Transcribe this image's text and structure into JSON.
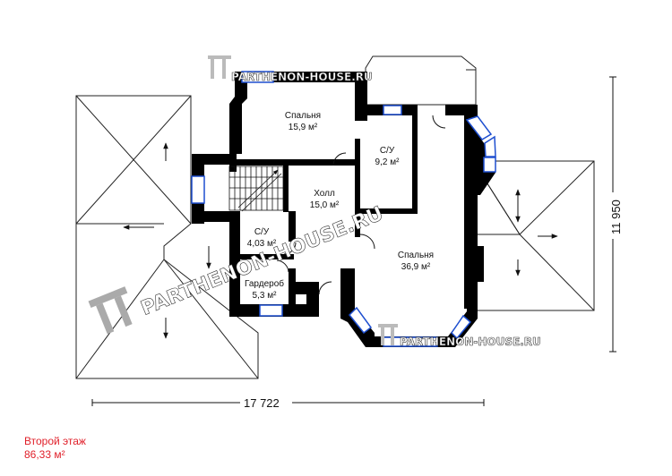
{
  "watermark": {
    "text": "PARTHENON-HOUSE.RU"
  },
  "rooms": [
    {
      "id": "bedroom-1",
      "name": "Спальня",
      "area": "15,9 м²"
    },
    {
      "id": "bathroom-1",
      "name": "С/У",
      "area": "9,2 м²"
    },
    {
      "id": "hall",
      "name": "Холл",
      "area": "15,0 м²"
    },
    {
      "id": "bathroom-2",
      "name": "С/У",
      "area": "4,03 м²"
    },
    {
      "id": "bedroom-2",
      "name": "Спальня",
      "area": "36,9 м²"
    },
    {
      "id": "wardrobe",
      "name": "Гардероб",
      "area": "5,3 м²"
    }
  ],
  "dimensions": {
    "width": "17 722",
    "depth": "11 950"
  },
  "caption": {
    "floor": "Второй этаж",
    "total_area": "86,33 м²"
  }
}
